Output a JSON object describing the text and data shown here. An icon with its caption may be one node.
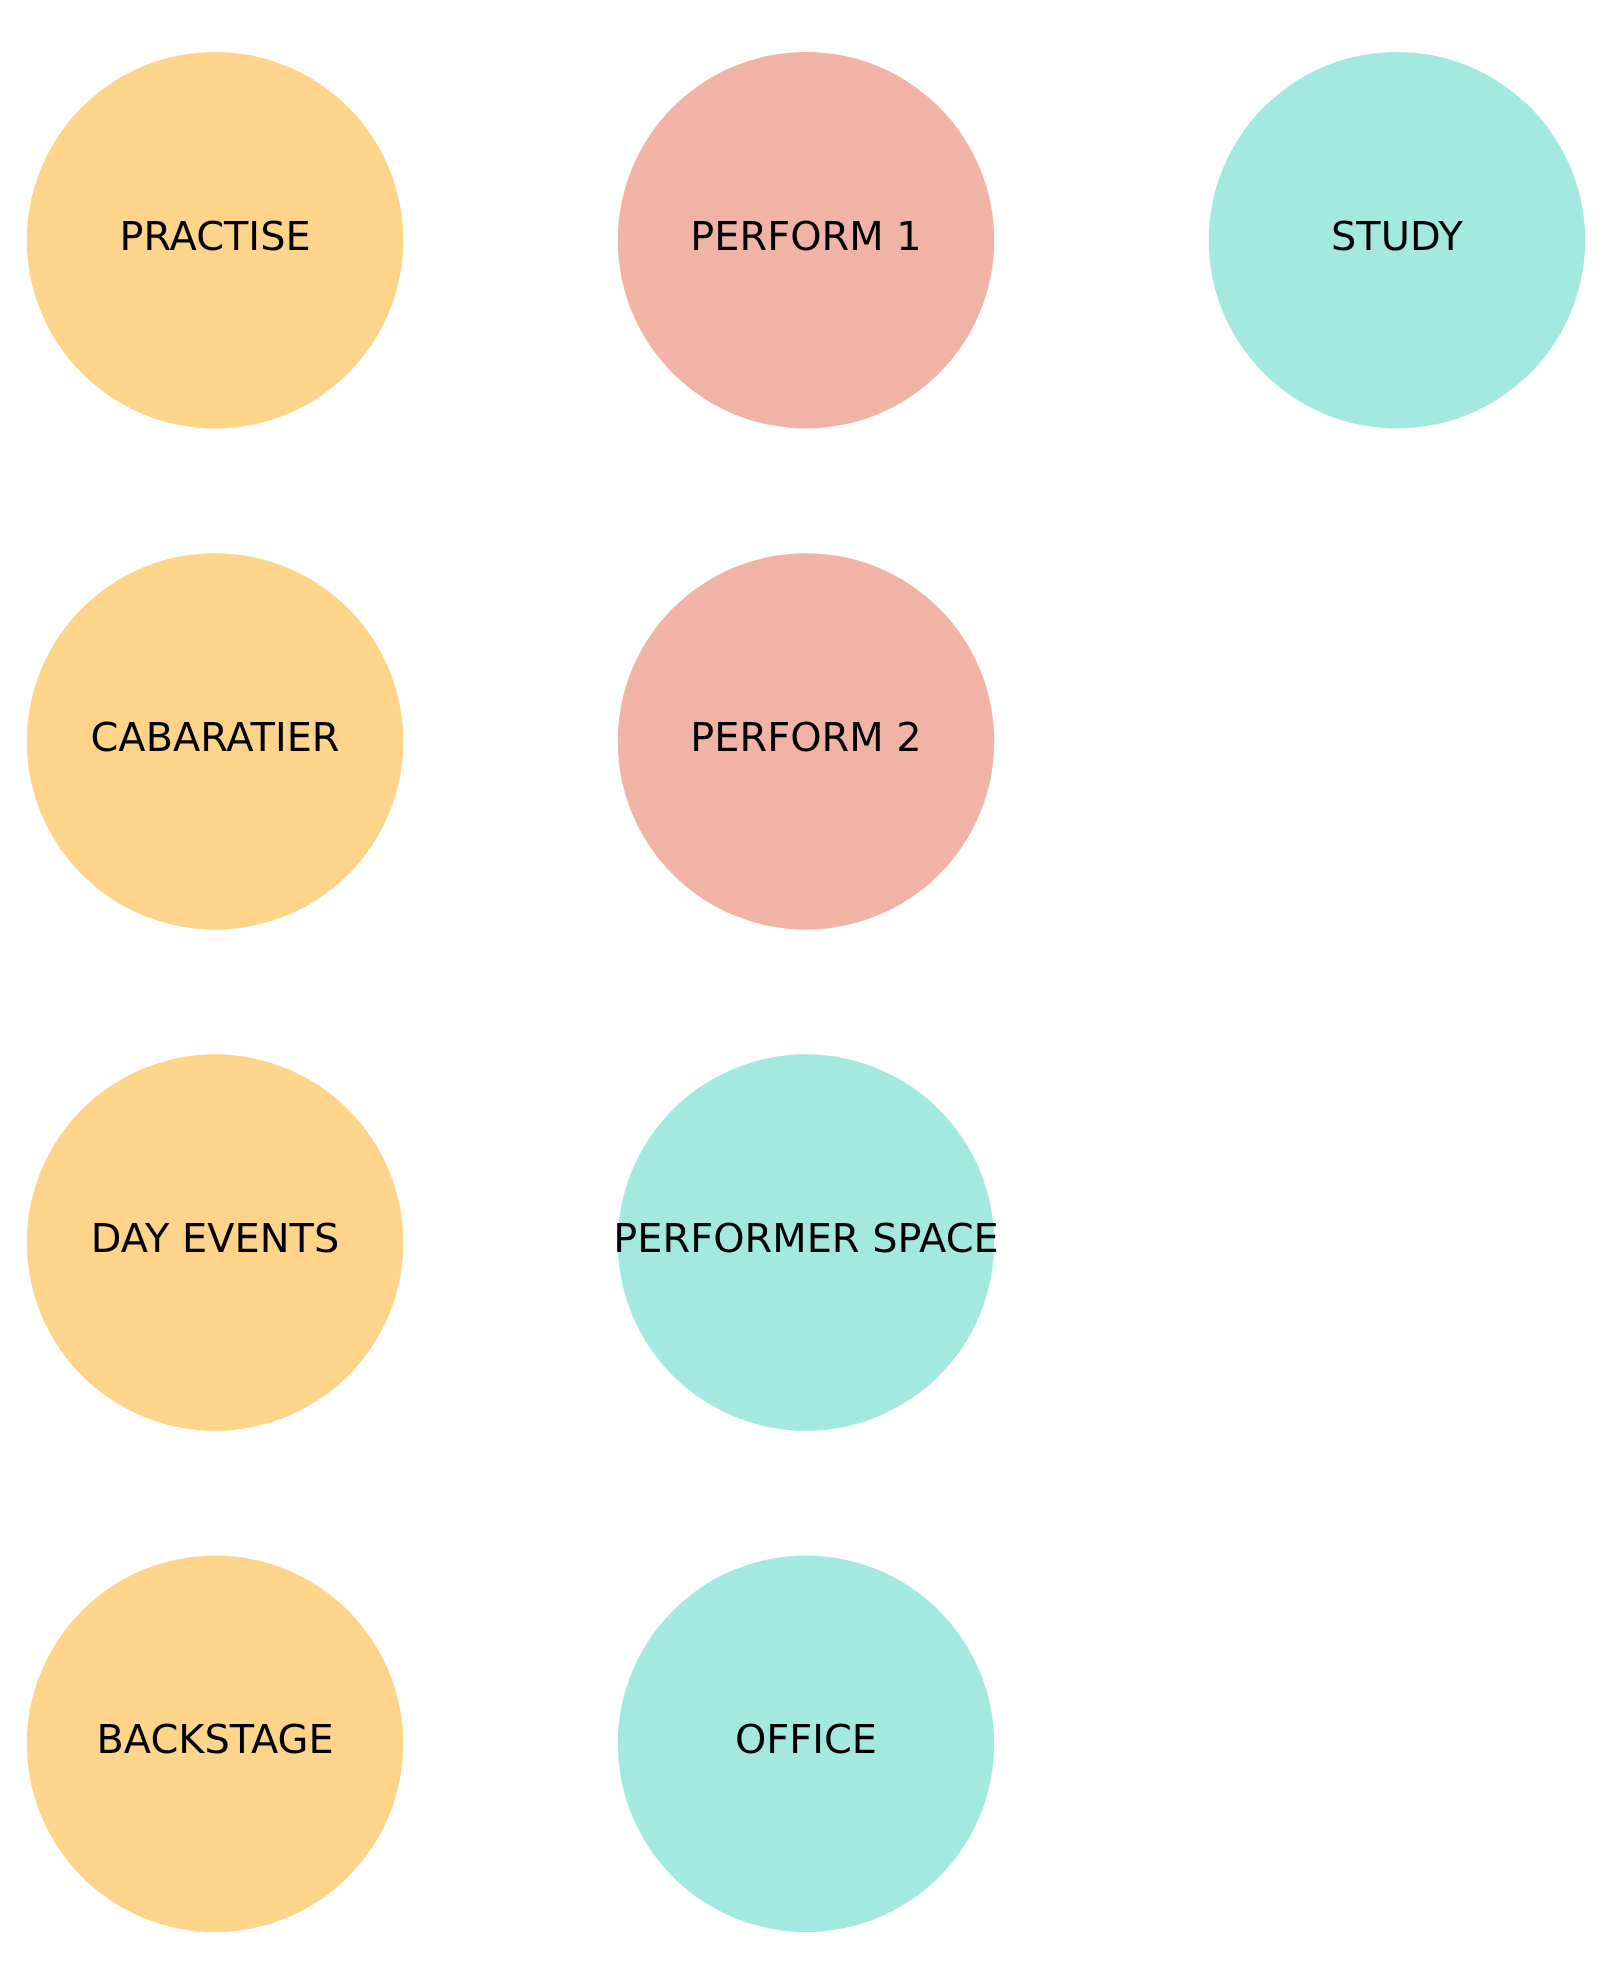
{
  "diagram": {
    "nodes": [
      {
        "text": [
          "PRACTISE"
        ]
      },
      {
        "text": [
          "PERFORM 1"
        ]
      },
      {
        "text": [
          "STUDY"
        ]
      },
      {
        "text": [
          "CABARATIER"
        ]
      },
      {
        "text": [
          "PERFORM 2"
        ]
      },
      {
        "text": [
          "DAY EVENTS"
        ]
      },
      {
        "text": [
          "PERFORMER SPACE"
        ]
      },
      {
        "text": [
          "BACKSTAGE"
        ]
      },
      {
        "text": [
          "OFFICE"
        ]
      }
    ]
  }
}
